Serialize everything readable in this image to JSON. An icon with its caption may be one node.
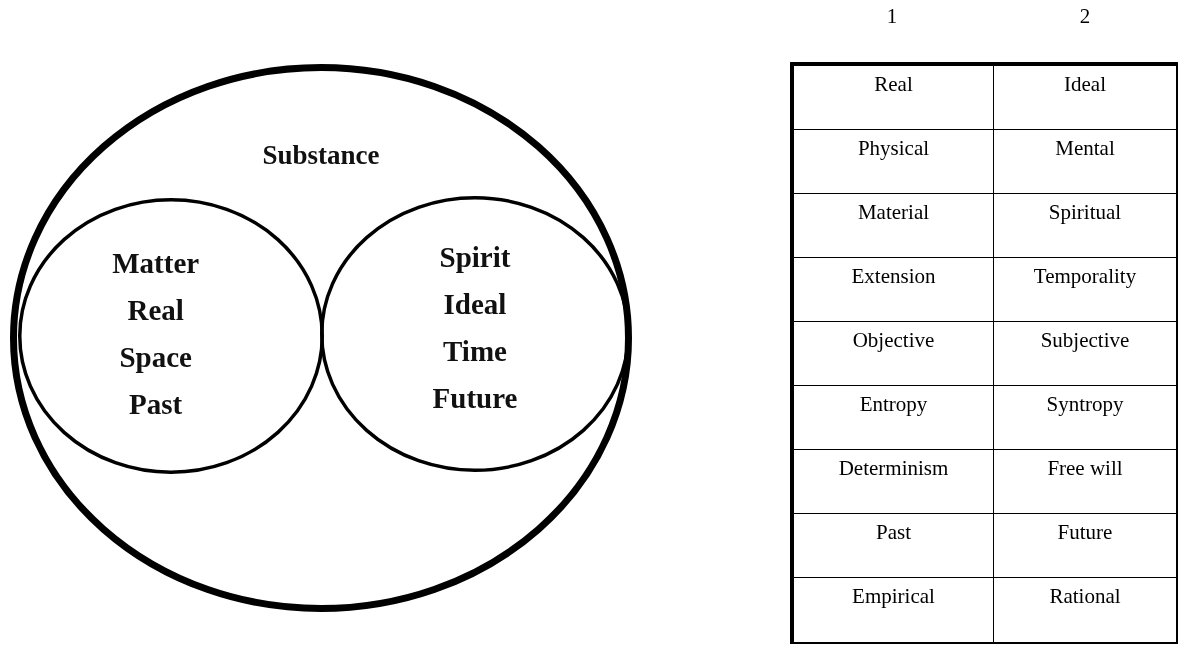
{
  "diagram": {
    "nodes": [
      {
        "text": [
          "Substance"
        ]
      },
      {
        "text": [
          "Matter",
          "Real",
          "Space",
          "Past"
        ],
        "in": 0
      },
      {
        "text": [
          "Spirit",
          "Ideal",
          "Time",
          "Future"
        ],
        "in": 0
      }
    ],
    "labels": [
      "1",
      "2",
      "Real",
      "Ideal",
      "Physical",
      "Mental",
      "Material",
      "Spiritual",
      "Extension",
      "Temporality",
      "Objective",
      "Subjective",
      "Entropy",
      "Syntropy",
      "Determinism",
      "Free will",
      "Past",
      "Future",
      "Empirical",
      "Rational"
    ]
  }
}
